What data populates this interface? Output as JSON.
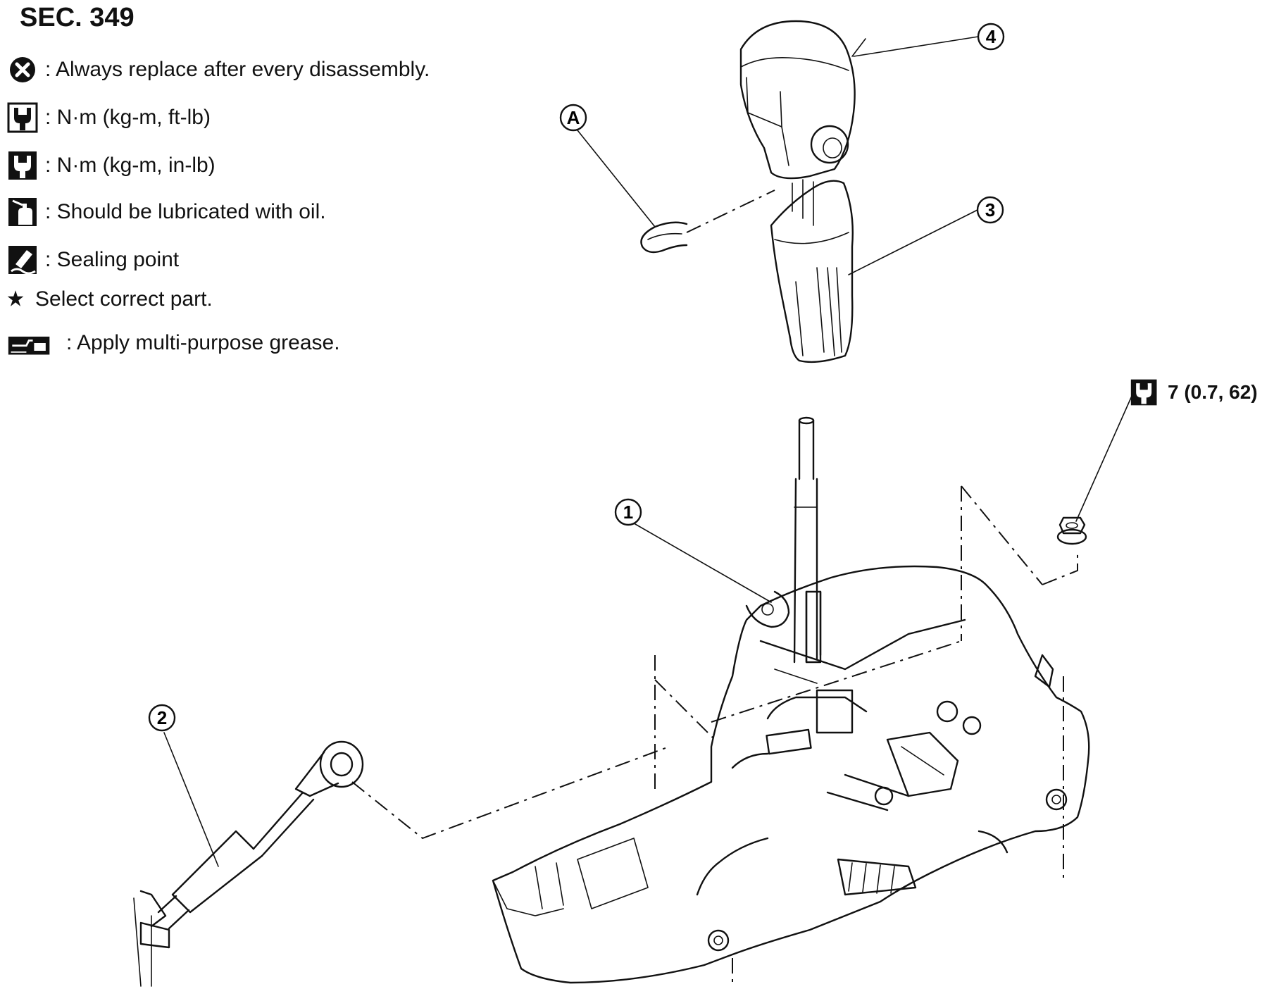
{
  "section": {
    "title": "SEC. 349"
  },
  "legend": [
    {
      "icon": "replace-x-icon",
      "text": ": Always replace after every disassembly."
    },
    {
      "icon": "torque-ftlb-icon",
      "text": ": N·m (kg-m, ft-lb)"
    },
    {
      "icon": "torque-inlb-icon",
      "text": ": N·m (kg-m, in-lb)"
    },
    {
      "icon": "oil-can-icon",
      "text": ": Should be lubricated with oil."
    },
    {
      "icon": "sealant-icon",
      "text": ": Sealing point"
    },
    {
      "icon": "star-icon",
      "text": "Select correct part."
    },
    {
      "icon": "grease-icon",
      "text": ": Apply multi-purpose grease."
    }
  ],
  "callouts": {
    "c1": "1",
    "c2": "2",
    "c3": "3",
    "c4": "4",
    "cA": "A"
  },
  "torque_spec": {
    "icon": "torque-inlb-icon",
    "text": "7 (0.7, 62)"
  }
}
